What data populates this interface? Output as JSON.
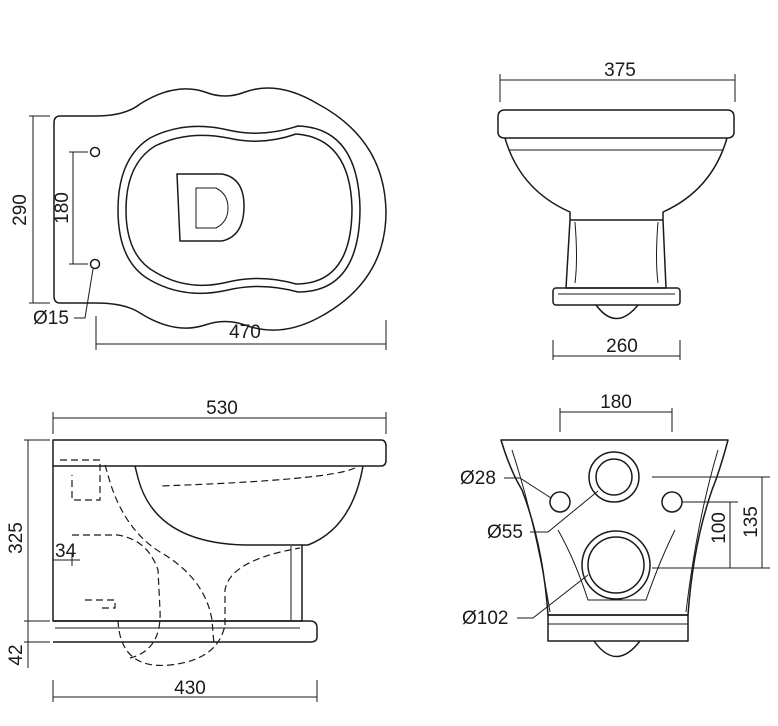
{
  "plan_view": {
    "width": "470",
    "depth": "290",
    "fixing_centres": "180",
    "fixing_hole": "Ø15"
  },
  "front_view": {
    "width": "375",
    "pedestal_width": "260"
  },
  "side_view": {
    "length": "530",
    "base_length": "430",
    "height": "325",
    "base_height": "42",
    "spigot_offset": "34"
  },
  "rear_view": {
    "bolt_centres": "180",
    "inlet_height": "135",
    "outlet_offset": "100",
    "bolt_hole": "Ø28",
    "inlet": "Ø55",
    "outlet": "Ø102"
  },
  "colors": {
    "line": "#1a1a1a",
    "background": "#ffffff"
  }
}
